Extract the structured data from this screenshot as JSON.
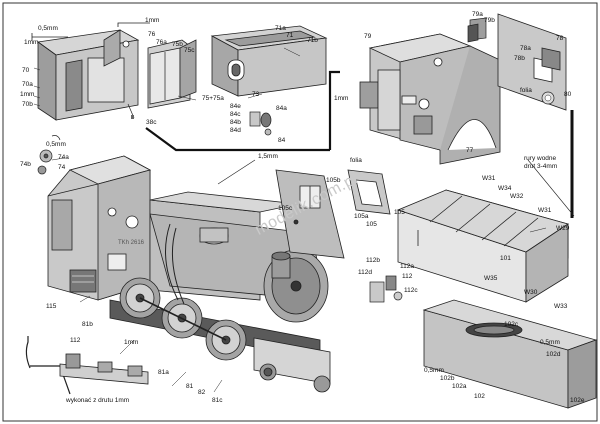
{
  "watermark": "modelik.com.pl",
  "labels": {
    "mm1_top": "1mm",
    "mm05_top": "0,5mm",
    "mm1_left": "1mm",
    "mm1_mid": "1mm",
    "p70": "70",
    "p70a": "70a",
    "p70b": "70b",
    "mm1_70": "1mm",
    "p76": "76",
    "p76a": "76a",
    "p75b": "75b",
    "p75c": "75c",
    "p75_75a": "75+75a",
    "p38c": "38c",
    "p71a": "71a",
    "p71": "71",
    "p71b": "71b",
    "p73": "73",
    "p84e": "84e",
    "p84c": "84c",
    "p84b": "84b",
    "p84d": "84d",
    "p84a": "84a",
    "p84": "84",
    "p79": "79",
    "p79a": "79a",
    "p79b": "79b",
    "p78": "78",
    "p78a": "78a",
    "p78b": "78b",
    "p80": "80",
    "folia_top": "folia",
    "mm1_cab": "1mm",
    "p77": "77",
    "rury": "rury wodne",
    "drut": "drut 3-4mm",
    "mm05_74": "0,5mm",
    "p74a": "74a",
    "p74": "74",
    "p74b": "74b",
    "mm15": "1,5mm",
    "folia_105": "folia",
    "p105b": "105b",
    "p105c": "105c",
    "p105a": "105a",
    "p105": "105",
    "p105_2": "105",
    "pW31": "W31",
    "pW34": "W34",
    "pW32": "W32",
    "pW31b": "W31",
    "pW29": "W29",
    "p101": "101",
    "pW35": "W35",
    "pW30": "W30",
    "pW33": "W33",
    "p112b": "112b",
    "p112d": "112d",
    "p112a": "112a",
    "p112": "112",
    "p112c": "112c",
    "p115": "115",
    "p81b": "81b",
    "mm1_81": "1mm",
    "p81a": "81a",
    "p81": "81",
    "p82": "82",
    "p81c": "81c",
    "p112_low": "112",
    "wykonac": "wykonać z drutu 1mm",
    "p102c": "102c",
    "mm05_102": "0,5mm",
    "p102d": "102d",
    "mm05_102b": "0,5mm",
    "p102b": "102b",
    "p102a": "102a",
    "p102": "102",
    "p102e": "102e",
    "plate_no": "TKh 2616"
  }
}
